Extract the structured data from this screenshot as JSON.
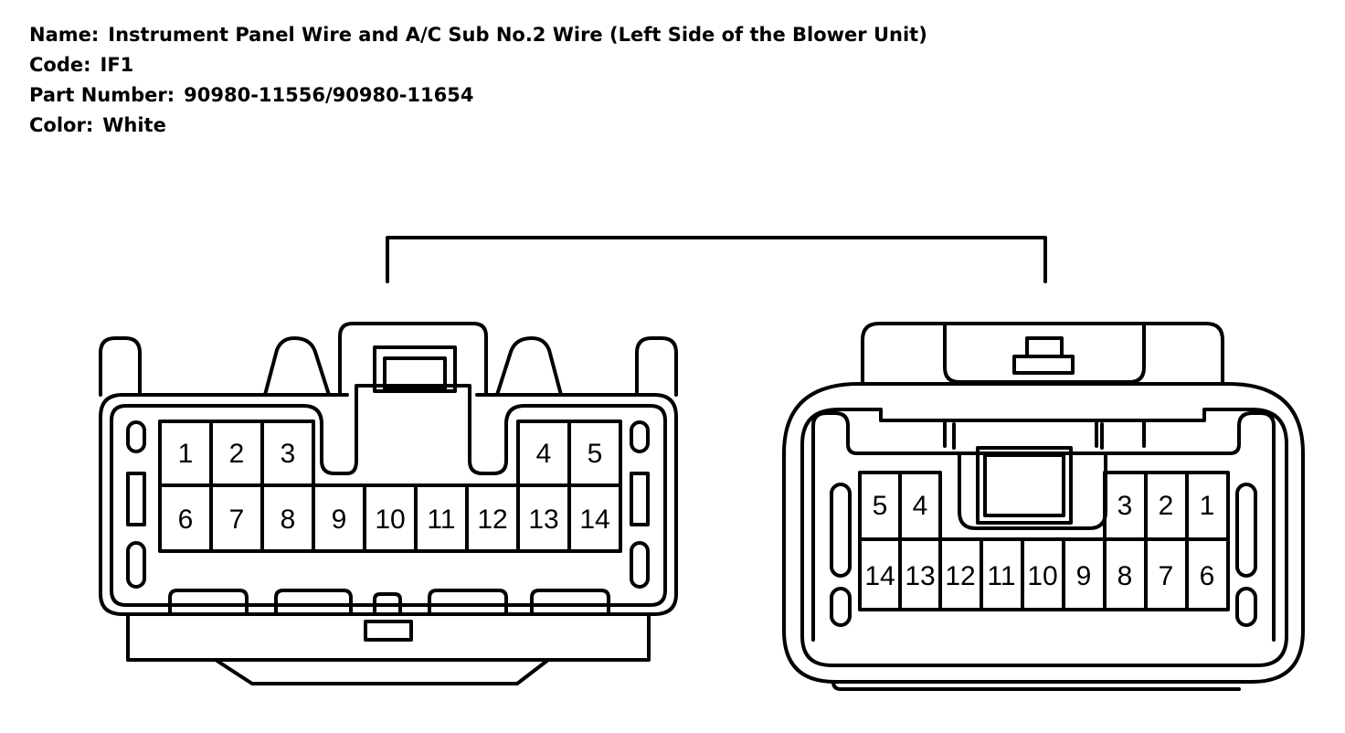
{
  "info": {
    "name_label": "Name:",
    "name_value": "Instrument Panel Wire and A/C Sub No.2 Wire (Left Side of the Blower Unit)",
    "code_label": "Code:",
    "code_value": "IF1",
    "part_label": "Part Number:",
    "part_value": "90980-11556/90980-11654",
    "color_label": "Color:",
    "color_value": "White"
  },
  "connector_left": {
    "top_row": [
      "1",
      "2",
      "3",
      "4",
      "5"
    ],
    "bottom_row": [
      "6",
      "7",
      "8",
      "9",
      "10",
      "11",
      "12",
      "13",
      "14"
    ]
  },
  "connector_right": {
    "top_row": [
      "5",
      "4",
      "3",
      "2",
      "1"
    ],
    "bottom_row": [
      "14",
      "13",
      "12",
      "11",
      "10",
      "9",
      "8",
      "7",
      "6"
    ]
  },
  "colors": {
    "line": "#000000",
    "background": "#ffffff"
  }
}
